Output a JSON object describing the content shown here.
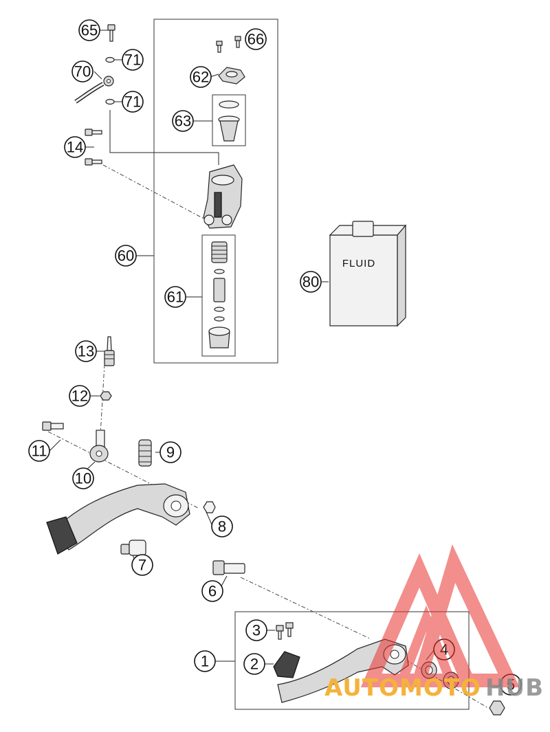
{
  "callouts": {
    "c65": "65",
    "c66": "66",
    "c71a": "71",
    "c70": "70",
    "c62": "62",
    "c71b": "71",
    "c63": "63",
    "c14": "14",
    "c60": "60",
    "c80": "80",
    "c61": "61",
    "c13": "13",
    "c12": "12",
    "c11": "11",
    "c9": "9",
    "c10": "10",
    "c8": "8",
    "c7": "7",
    "c6": "6",
    "c3": "3",
    "c1": "1",
    "c2": "2",
    "c4": "4",
    "c5": "5"
  },
  "fluid_label": "FLUID",
  "watermark": {
    "part1": "AUTOMOTO",
    "part2": "HUB",
    "color_primary": "#e8322f",
    "color_text": "#f4b23c"
  }
}
